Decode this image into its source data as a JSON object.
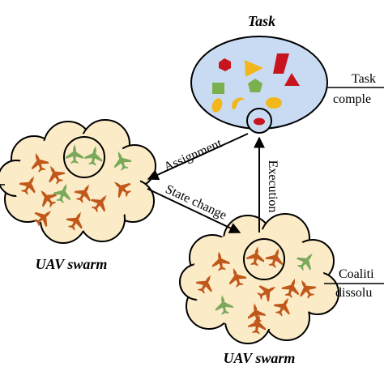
{
  "task": {
    "title": "Task",
    "right_label_line1": "Task",
    "right_label_line2": "comple"
  },
  "swarms": {
    "left_label": "UAV swarm",
    "bottom_label": "UAV swarm",
    "right_label_line1": "Coaliti",
    "right_label_line2": "dissolu"
  },
  "edges": {
    "assignment": "Assignment",
    "state_change": "State change",
    "execution": "Execution"
  },
  "colors": {
    "cloud_fill": "#fbebc6",
    "ellipse_fill": "#c9dbf3",
    "uav_orange": "#c1581b",
    "uav_green": "#7aa95c",
    "red": "#c8141e",
    "yellow": "#f2b71a",
    "green_shape": "#7bb04f",
    "stroke": "#000000"
  }
}
